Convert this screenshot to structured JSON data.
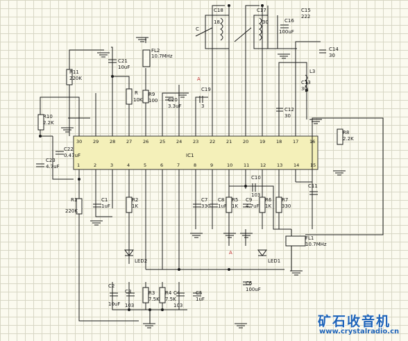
{
  "ic": {
    "name": "IC1",
    "pins_top": [
      "30",
      "29",
      "28",
      "27",
      "26",
      "25",
      "24",
      "23",
      "22",
      "21",
      "20",
      "19",
      "18",
      "17",
      "16"
    ],
    "pins_bottom": [
      "1",
      "2",
      "3",
      "4",
      "5",
      "6",
      "7",
      "8",
      "9",
      "10",
      "11",
      "12",
      "13",
      "14",
      "15"
    ]
  },
  "components": {
    "C18": {
      "ref": "C18",
      "val": "18"
    },
    "C17": {
      "ref": "C17",
      "val": "30"
    },
    "C15": {
      "ref": "C15",
      "val": "222"
    },
    "C16": {
      "ref": "C16",
      "val": "100uF"
    },
    "C14": {
      "ref": "C14",
      "val": "30"
    },
    "L3": {
      "ref": "L3"
    },
    "C13": {
      "ref": "C13",
      "val": "30"
    },
    "C12": {
      "ref": "C12",
      "val": "30"
    },
    "C21": {
      "ref": "C21",
      "val": "10uF"
    },
    "FL2": {
      "ref": "FL2",
      "val": "10.7MHz"
    },
    "R11": {
      "ref": "R11",
      "val": "220K"
    },
    "R": {
      "ref": "R",
      "val": "10K"
    },
    "R9": {
      "ref": "R9",
      "val": "100"
    },
    "C20": {
      "ref": "C20",
      "val": "3.3uF"
    },
    "C19": {
      "ref": "C19",
      "val": "3"
    },
    "R10": {
      "ref": "R10",
      "val": "2.2K"
    },
    "C22": {
      "ref": "C22",
      "val": "0.47uF"
    },
    "C23": {
      "ref": "C23",
      "val": "4.7uF"
    },
    "R8": {
      "ref": "R8",
      "val": "2.2K"
    },
    "R1": {
      "ref": "R1",
      "val": "220K"
    },
    "C1": {
      "ref": "C1",
      "val": "1uF"
    },
    "R2": {
      "ref": "R2",
      "val": "1K"
    },
    "C7": {
      "ref": "C7",
      "val": "330"
    },
    "C8": {
      "ref": "C8",
      "val": "1uF"
    },
    "R5": {
      "ref": "R5",
      "val": "1K"
    },
    "C9": {
      "ref": "C9",
      "val": "4.7uF"
    },
    "C10": {
      "ref": "C10",
      "val": "103"
    },
    "R6": {
      "ref": "R6",
      "val": "1K"
    },
    "R7": {
      "ref": "R7",
      "val": "330"
    },
    "C11": {
      "ref": "C11"
    },
    "FL1": {
      "ref": "FL1",
      "val": "10.7MHz"
    },
    "LED2": {
      "ref": "LED2"
    },
    "LED1": {
      "ref": "LED1"
    },
    "C2": {
      "ref": "C2",
      "val": "10uF"
    },
    "C3": {
      "ref": "C3",
      "val": "103"
    },
    "R3": {
      "ref": "R3",
      "val": "7.5K"
    },
    "R4": {
      "ref": "R4",
      "val": "7.5K"
    },
    "C4": {
      "ref": "C4",
      "val": "103"
    },
    "C5": {
      "ref": "C5",
      "val": "1uF"
    },
    "C6": {
      "ref": "C6",
      "val": "100uF"
    }
  },
  "markers": {
    "a_top": "A",
    "a_bottom": "A",
    "c": "C"
  },
  "brand": {
    "cn": "矿石收音机",
    "url": "www.crystalradio.cn"
  }
}
